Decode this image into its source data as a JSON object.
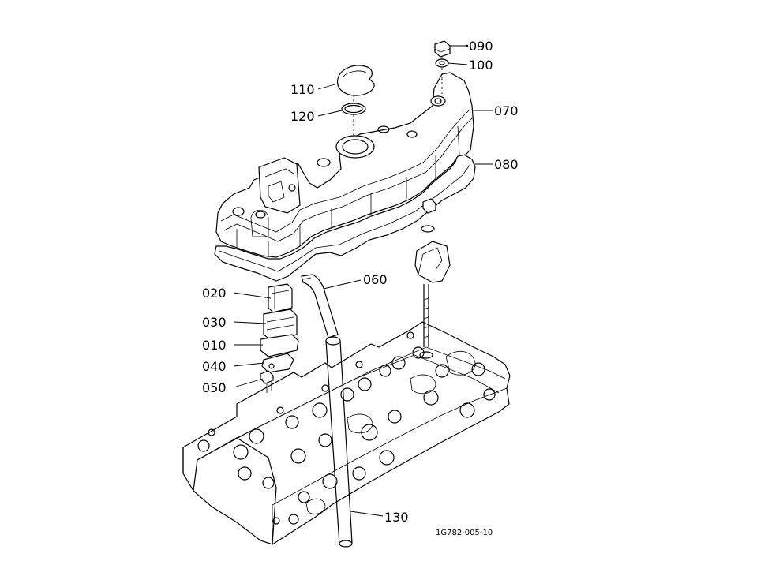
{
  "diagram": {
    "callouts": [
      {
        "id": "c090",
        "label": "090"
      },
      {
        "id": "c100",
        "label": "100"
      },
      {
        "id": "c110",
        "label": "110"
      },
      {
        "id": "c120",
        "label": "120"
      },
      {
        "id": "c070",
        "label": "070"
      },
      {
        "id": "c080",
        "label": "080"
      },
      {
        "id": "c060",
        "label": "060"
      },
      {
        "id": "c020",
        "label": "020"
      },
      {
        "id": "c030",
        "label": "030"
      },
      {
        "id": "c010",
        "label": "010"
      },
      {
        "id": "c040",
        "label": "040"
      },
      {
        "id": "c050",
        "label": "050"
      },
      {
        "id": "c130",
        "label": "130"
      }
    ],
    "drawing_number": "1G782-005-10"
  }
}
